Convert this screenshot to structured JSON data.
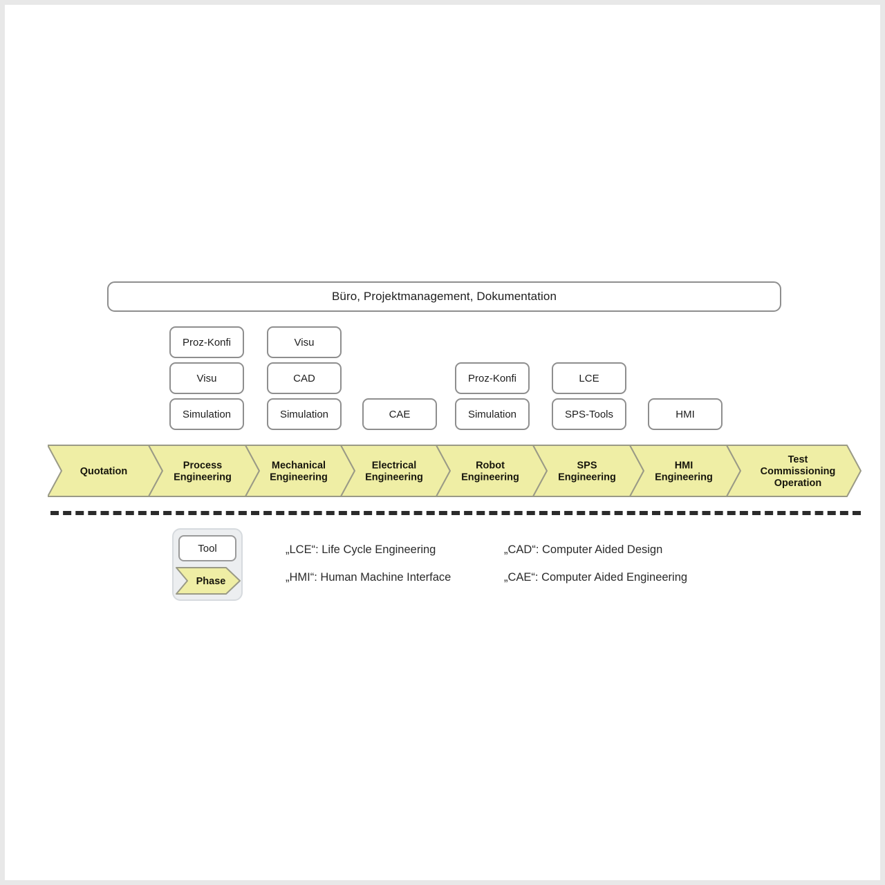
{
  "diagram": {
    "title_bar": {
      "label": "Büro, Projektmanagement, Dokumentation"
    },
    "tool_columns": [
      {
        "phase": "Quotation",
        "tools": []
      },
      {
        "phase": "Process Engineering",
        "tools": [
          "Proz-Konfi",
          "Visu",
          "Simulation"
        ]
      },
      {
        "phase": "Mechanical Engineering",
        "tools": [
          "Visu",
          "CAD",
          "Simulation"
        ]
      },
      {
        "phase": "Electrical Engineering",
        "tools": [
          "CAE"
        ]
      },
      {
        "phase": "Robot Engineering",
        "tools": [
          "Proz-Konfi",
          "Simulation"
        ]
      },
      {
        "phase": "SPS Engineering",
        "tools": [
          "LCE",
          "SPS-Tools"
        ]
      },
      {
        "phase": "HMI Engineering",
        "tools": [
          "HMI"
        ]
      },
      {
        "phase": "Test Commissioning Operation",
        "tools": []
      }
    ],
    "tools_flat": [
      {
        "label": "Proz-Konfi",
        "col": 1,
        "row": 1
      },
      {
        "label": "Visu",
        "col": 1,
        "row": 2
      },
      {
        "label": "Simulation",
        "col": 1,
        "row": 3
      },
      {
        "label": "Visu",
        "col": 2,
        "row": 1
      },
      {
        "label": "CAD",
        "col": 2,
        "row": 2
      },
      {
        "label": "Simulation",
        "col": 2,
        "row": 3
      },
      {
        "label": "CAE",
        "col": 3,
        "row": 3
      },
      {
        "label": "Proz-Konfi",
        "col": 4,
        "row": 2
      },
      {
        "label": "Simulation",
        "col": 4,
        "row": 3
      },
      {
        "label": "LCE",
        "col": 5,
        "row": 2
      },
      {
        "label": "SPS-Tools",
        "col": 5,
        "row": 3
      },
      {
        "label": "HMI",
        "col": 6,
        "row": 3
      }
    ],
    "phases": [
      {
        "lines": [
          "Quotation"
        ]
      },
      {
        "lines": [
          "Process",
          "Engineering"
        ]
      },
      {
        "lines": [
          "Mechanical",
          "Engineering"
        ]
      },
      {
        "lines": [
          "Electrical",
          "Engineering"
        ]
      },
      {
        "lines": [
          "Robot",
          "Engineering"
        ]
      },
      {
        "lines": [
          "SPS",
          "Engineering"
        ]
      },
      {
        "lines": [
          "HMI",
          "Engineering"
        ]
      },
      {
        "lines": [
          "Test",
          "Commissioning",
          "Operation"
        ]
      }
    ],
    "legend": {
      "tool_label": "Tool",
      "phase_label": "Phase",
      "abbreviations": [
        {
          "text": "„LCE“: Life Cycle Engineering",
          "col": 1,
          "row": 1
        },
        {
          "text": "„HMI“: Human Machine Interface",
          "col": 1,
          "row": 2
        },
        {
          "text": "„CAD“: Computer Aided Design",
          "col": 2,
          "row": 1
        },
        {
          "text": "„CAE“: Computer Aided Engineering",
          "col": 2,
          "row": 2
        }
      ]
    },
    "colors": {
      "phase_fill": "#efeea5",
      "phase_stroke": "#9a9a86",
      "box_stroke": "#8e8e8e",
      "legend_bg": "#eceef0",
      "divider": "#2b2b2b",
      "frame": "#e8e8e8"
    }
  }
}
